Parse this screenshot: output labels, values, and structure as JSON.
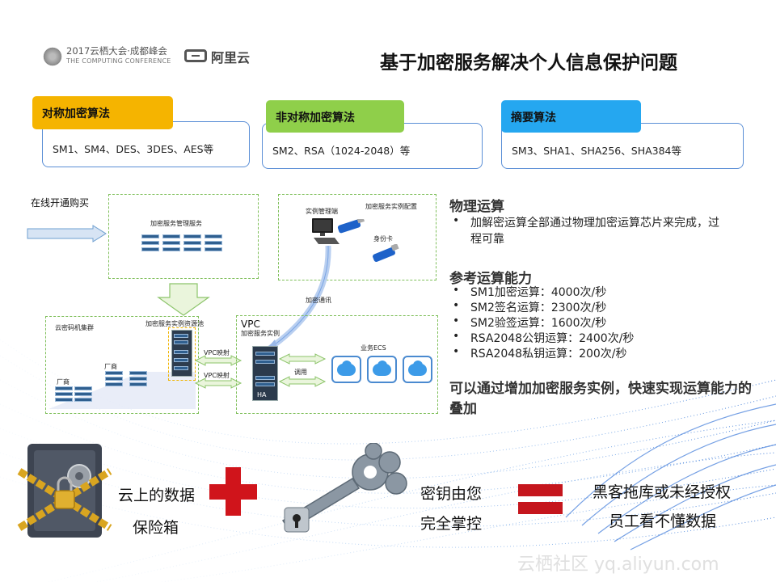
{
  "header": {
    "conf_line1": "2017云栖大会·成都峰会",
    "conf_line2": "THE COMPUTING CONFERENCE",
    "aliyun_logo": "阿里云",
    "title": "基于加密服务解决个人信息保护问题"
  },
  "cards": [
    {
      "tab": "对称加密算法",
      "body": "SM1、SM4、DES、3DES、AES等",
      "color": "#f5b400"
    },
    {
      "tab": "非对称加密算法",
      "body": "SM2、RSA（1024-2048）等",
      "color": "#8fcf4a"
    },
    {
      "tab": "摘要算法",
      "body": "SM3、SHA1、SHA256、SHA384等",
      "color": "#25a7f0"
    }
  ],
  "diagram": {
    "online_purchase": "在线开通购买",
    "mgmt_service": "加密服务管理服务",
    "instance_mgmt": "实例管理端",
    "instance_config": "加密服务实例配置",
    "id_card": "身份卡",
    "encrypt_comm": "加密通讯",
    "cluster": "云密码机集群",
    "pool": "加密服务实例资源池",
    "vendor1": "厂商",
    "vendor2": "厂商",
    "vpc_map1": "VPC映射",
    "vpc_map2": "VPC映射",
    "vpc": "VPC",
    "vpc_instance": "加密服务实例",
    "ha": "HA",
    "call": "调用",
    "business_ecs": "业务ECS"
  },
  "physical": {
    "title": "物理运算",
    "bullets": [
      "加解密运算全部通过物理加密运算芯片来完成，过",
      "程可靠"
    ]
  },
  "capacity": {
    "title": "参考运算能力",
    "bullets": [
      "SM1加密运算：4000次/秒",
      "SM2签名运算：2300次/秒",
      "SM2验签运算：1600次/秒",
      "RSA2048公钥运算：2400次/秒",
      "RSA2048私钥运算：200次/秒"
    ]
  },
  "conclusion": "可以通过增加加密服务实例，快速实现运算能力的叠加",
  "bottom": {
    "safe_line1": "云上的数据",
    "safe_line2": "保险箱",
    "key_line1": "密钥由您",
    "key_line2": "完全掌控",
    "result_line1": "黑客拖库或未经授权",
    "result_line2": "员工看不懂数据"
  },
  "watermark": "云栖社区 yq.aliyun.com"
}
